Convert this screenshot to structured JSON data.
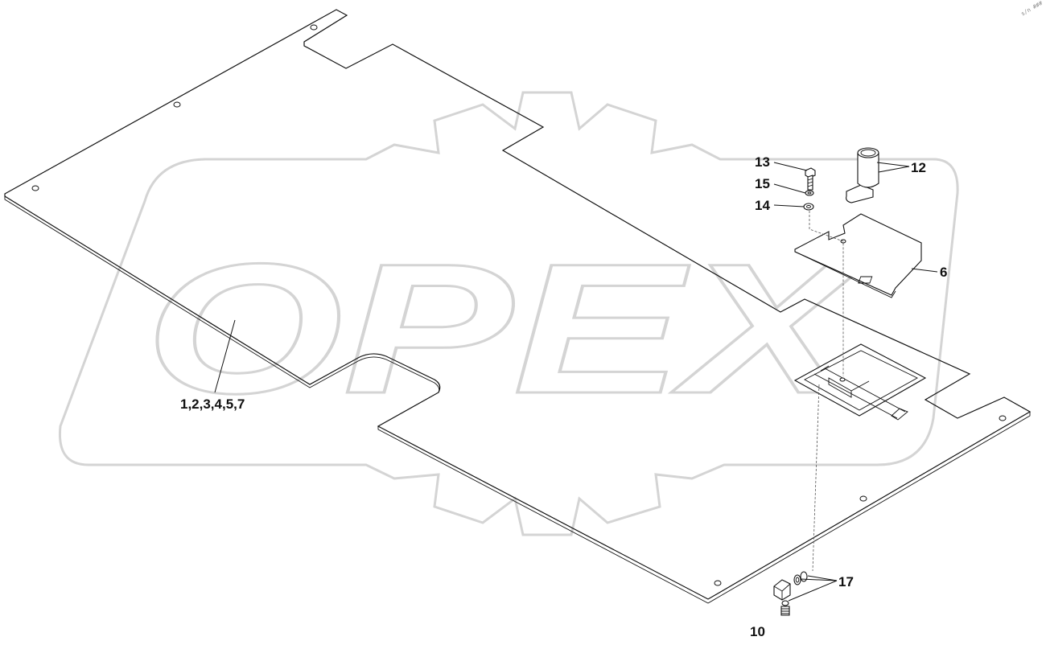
{
  "watermark": {
    "brand_text": "OPEX",
    "logo_icon": "gear-logo-icon"
  },
  "corner_mark": "s/n ###",
  "callouts": {
    "main_panel": "1,2,3,4,5,7",
    "cover_plate": "6",
    "drain_plug": "10",
    "handle": "12",
    "bolt": "13",
    "washer": "14",
    "lock_washer": "15",
    "seal_rings": "17"
  },
  "colors": {
    "line": "#111111",
    "watermark": "#d4d4d4",
    "background": "#ffffff"
  }
}
